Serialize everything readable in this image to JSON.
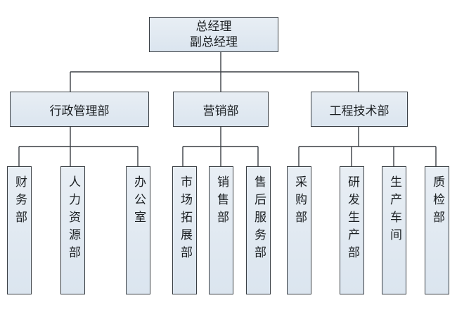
{
  "top": {
    "line1": "总经理",
    "line2": "副总经理"
  },
  "departments": [
    {
      "label": "行政管理部",
      "units": [
        "财务部",
        "人力资源部",
        "办公室"
      ]
    },
    {
      "label": "营销部",
      "units": [
        "市场拓展部",
        "销售部",
        "售后服务部"
      ]
    },
    {
      "label": "工程技术部",
      "units": [
        "采购部",
        "研发生产部",
        "生产车间",
        "质检部"
      ]
    }
  ],
  "colors": {
    "box_fill": "#dbe5ef",
    "border": "#3a3f44",
    "line": "#3a3f44"
  }
}
